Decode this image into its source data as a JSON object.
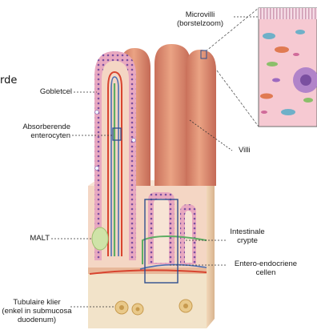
{
  "fragment_left": "rde",
  "labels": {
    "microvilli": "Microvilli",
    "borstelzoom": "(borstelzoom)",
    "gobletcel": "Gobletcel",
    "absorberende": "Absorberende",
    "enterocyten": "enterocyten",
    "villi": "Villi",
    "malt": "MALT",
    "intestinale": "Intestinale",
    "crypte": "crypte",
    "entero_endocriene": "Entero-endocriene",
    "cellen": "cellen",
    "tubulaire_klier": "Tubulaire klier",
    "enkel_in_submucosa": "(enkel in submucosa",
    "duodenum": "duodenum)"
  },
  "colors": {
    "villus_fill": "#e49a7a",
    "villus_shade": "#c9705a",
    "epithelium": "#d98aa8",
    "nucleus": "#7a4fa0",
    "lamina": "#f4d6c4",
    "capillary_red": "#d8442f",
    "capillary_blue": "#4a6fb5",
    "lacteal_green": "#5fae63",
    "muscle": "#e8c9a6",
    "submucosa": "#f2e3c9",
    "box_stroke": "#2f4f8f",
    "leader": "#333333"
  }
}
